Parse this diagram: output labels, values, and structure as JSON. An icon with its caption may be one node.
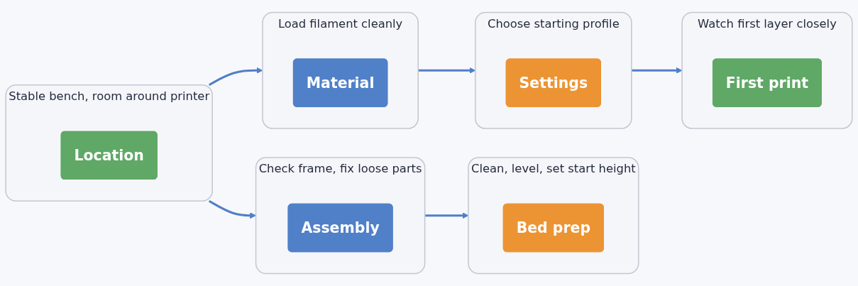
{
  "diagram": {
    "nodes": [
      {
        "text": [
          "Stable bench, room around printer"
        ]
      },
      {
        "text": [
          "Location"
        ],
        "in": 0
      },
      {
        "text": [
          "Check frame, fix loose parts"
        ]
      },
      {
        "text": [
          "Assembly"
        ],
        "in": 2
      },
      {
        "text": [
          "Clean, level, set start height"
        ]
      },
      {
        "text": [
          "Bed prep"
        ],
        "in": 4
      },
      {
        "text": [
          "Load filament cleanly"
        ]
      },
      {
        "text": [
          "Material"
        ],
        "in": 6
      },
      {
        "text": [
          "Choose starting profile"
        ]
      },
      {
        "text": [
          "Settings"
        ],
        "in": 8
      },
      {
        "text": [
          "Watch first layer closely"
        ]
      },
      {
        "text": [
          "First print"
        ],
        "in": 10
      }
    ],
    "edges": [
      {
        "from": 0,
        "to": 2,
        "arrow": "to"
      },
      {
        "from": 2,
        "to": 4,
        "arrow": "to"
      },
      {
        "from": 0,
        "to": 6,
        "arrow": "to"
      },
      {
        "from": 6,
        "to": 8,
        "arrow": "to"
      },
      {
        "from": 8,
        "to": 10,
        "arrow": "to"
      }
    ]
  }
}
